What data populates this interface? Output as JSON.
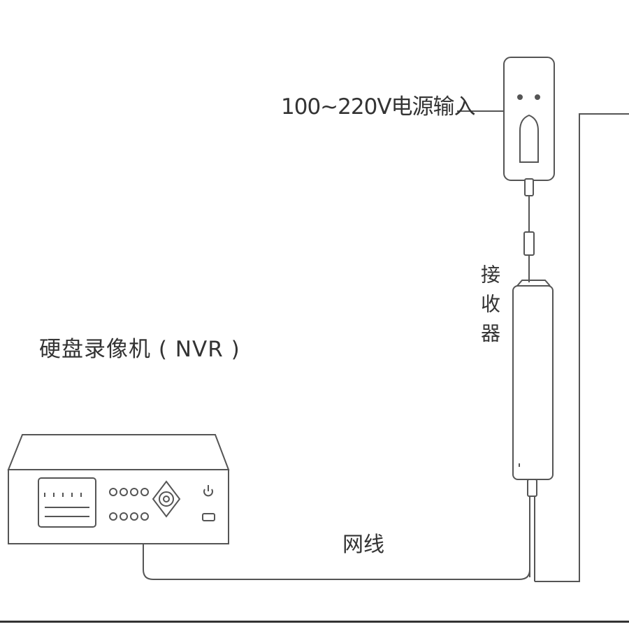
{
  "labels": {
    "power_input": "100~220V电源输入",
    "nvr": "硬盘录像机 ( NVR )",
    "network_cable": "网线",
    "receiver": "接收器"
  },
  "colors": {
    "line": "#555555",
    "text": "#333333",
    "background": "#ffffff"
  },
  "icons": [
    "power-outlet-icon",
    "power-plug-icon",
    "nvr-device-icon",
    "receiver-device-icon",
    "power-button-icon",
    "usb-port-icon"
  ]
}
